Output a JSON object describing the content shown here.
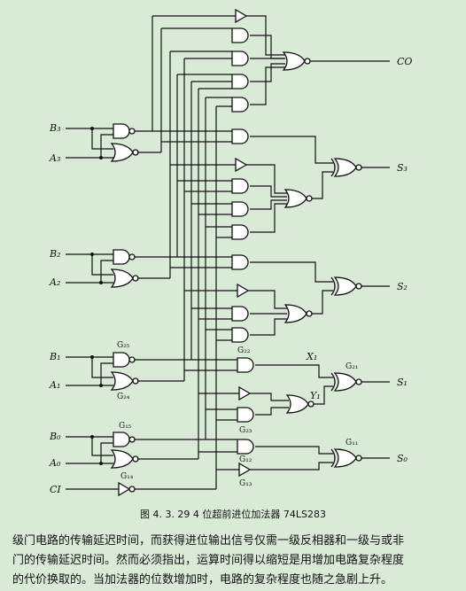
{
  "figure": {
    "inputs": {
      "b3": "B₃",
      "a3": "A₃",
      "b2": "B₂",
      "a2": "A₂",
      "b1": "B₁",
      "a1": "A₁",
      "b0": "B₀",
      "a0": "A₀",
      "ci": "CI"
    },
    "outputs": {
      "co": "CO",
      "s3": "S₃",
      "s2": "S₂",
      "s1": "S₁",
      "s0": "S₀"
    },
    "signals": {
      "x1": "X₁",
      "y1": "Y₁"
    },
    "gate_labels": {
      "g25": "G₂₅",
      "g24": "G₂₄",
      "g22": "G₂₂",
      "g23": "G₂₃",
      "g21": "G₂₁",
      "g15": "G₁₅",
      "g14": "G₁₄",
      "g12": "G₁₂",
      "g13": "G₁₃",
      "g11": "G₁₁"
    },
    "caption": "图 4. 3. 29   4 位超前进位加法器 74LS283"
  },
  "body": {
    "line1": "级门电路的传输延迟时间，而获得进位输出信号仅需一级反相器和一级与或非",
    "line2": "门的传输延迟时间。然而必须指出，运算时间得以缩短是用增加电路复杂程度",
    "line3": "的代价换取的。当加法器的位数增加时，电路的复杂程度也随之急剧上升。"
  }
}
